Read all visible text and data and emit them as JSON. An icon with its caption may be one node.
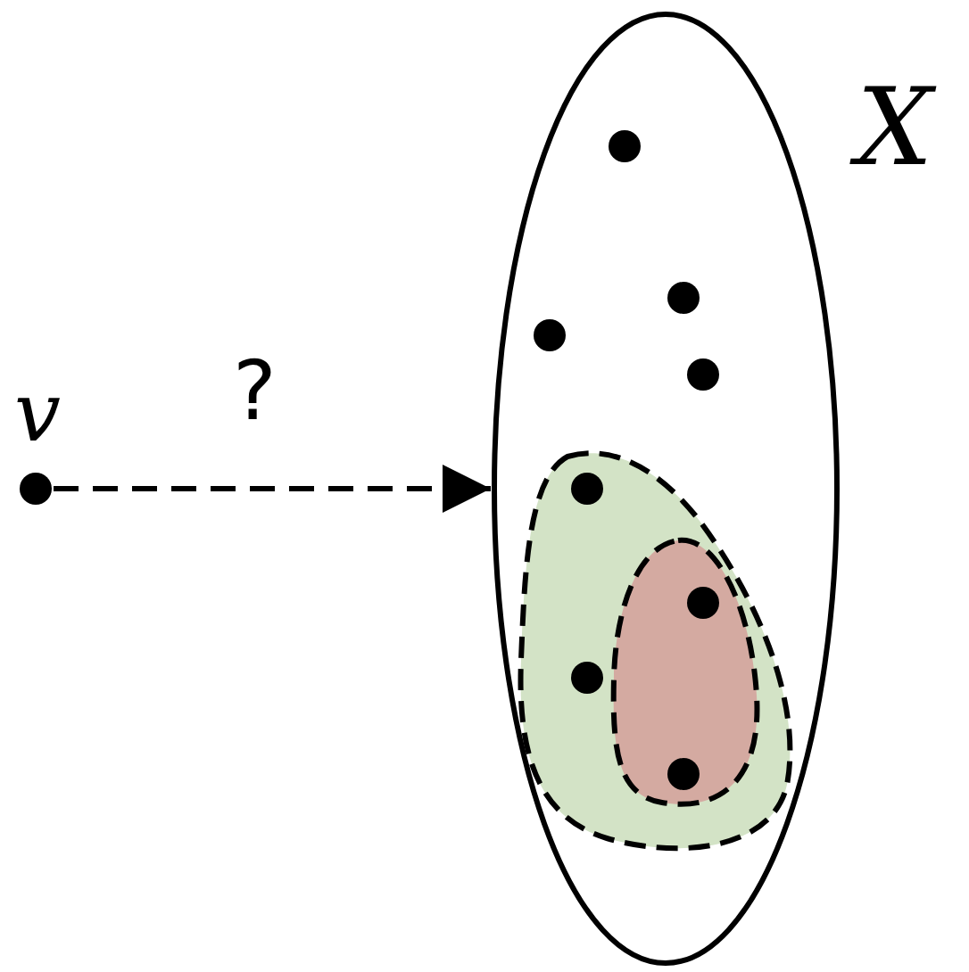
{
  "diagram": {
    "nodes": [
      {
        "text": [
          "v"
        ]
      },
      {
        "text": [
          "X"
        ]
      },
      {
        "text": [],
        "shape": "circle",
        "in": 1
      },
      {
        "text": [],
        "shape": "circle",
        "in": 1
      },
      {
        "text": [],
        "shape": "circle",
        "in": 1
      },
      {
        "text": [],
        "shape": "circle",
        "in": 1
      },
      {
        "text": [],
        "shape": "blob",
        "in": 1
      },
      {
        "text": [],
        "shape": "circle",
        "in": 6
      },
      {
        "text": [],
        "shape": "circle",
        "in": 6
      },
      {
        "text": [],
        "shape": "blob",
        "in": 6
      },
      {
        "text": [],
        "shape": "circle",
        "in": 9
      },
      {
        "text": [],
        "shape": "circle",
        "in": 9
      }
    ],
    "edges": [
      {
        "from": 0,
        "to": 1,
        "arrow": "to",
        "style": "dashed",
        "label": "?"
      }
    ]
  }
}
